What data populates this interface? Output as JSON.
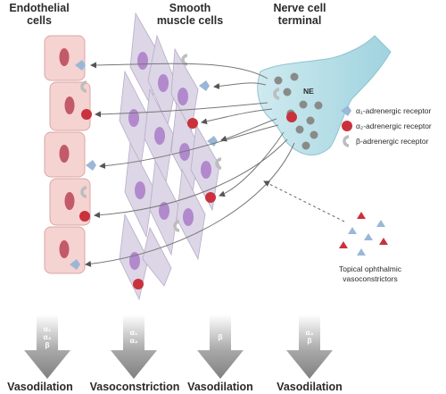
{
  "headers": {
    "endothelial": [
      "Endothelial",
      "cells"
    ],
    "smooth_muscle": [
      "Smooth",
      "muscle cells"
    ],
    "nerve": [
      "Nerve cell",
      "terminal"
    ]
  },
  "nerve_label": "NE",
  "legend": [
    {
      "label": "α₁-adrenergic receptor",
      "icon": "alpha1-receptor-icon",
      "color": "#9ab7d8"
    },
    {
      "label": "α₂-adrenergic receptor",
      "icon": "alpha2-receptor-icon",
      "color": "#c9323c"
    },
    {
      "label": "β-adrenergic receptor",
      "icon": "beta-receptor-icon",
      "color": "#bdbdbd"
    }
  ],
  "topical": [
    "Topical ophthalmic",
    "vasoconstrictors"
  ],
  "outcomes": [
    {
      "receptors": [
        "α₁",
        "α₂",
        "β"
      ],
      "label": "Vasodilation"
    },
    {
      "receptors": [
        "α₁",
        "α₂"
      ],
      "label": "Vasoconstriction"
    },
    {
      "receptors": [
        "β"
      ],
      "label": "Vasodilation"
    },
    {
      "receptors": [
        "α₂",
        "β"
      ],
      "label": "Vasodilation"
    }
  ],
  "colors": {
    "endothelial_fill": "#f5d3d1",
    "endothelial_nucleus": "#c25a6a",
    "smooth_muscle_fill": "#d9d3e3",
    "smooth_muscle_nucleus": "#a87cc4",
    "nerve_fill": "#bfe3ea",
    "vesicle": "#8a8a8a",
    "arrow": "#777777"
  }
}
